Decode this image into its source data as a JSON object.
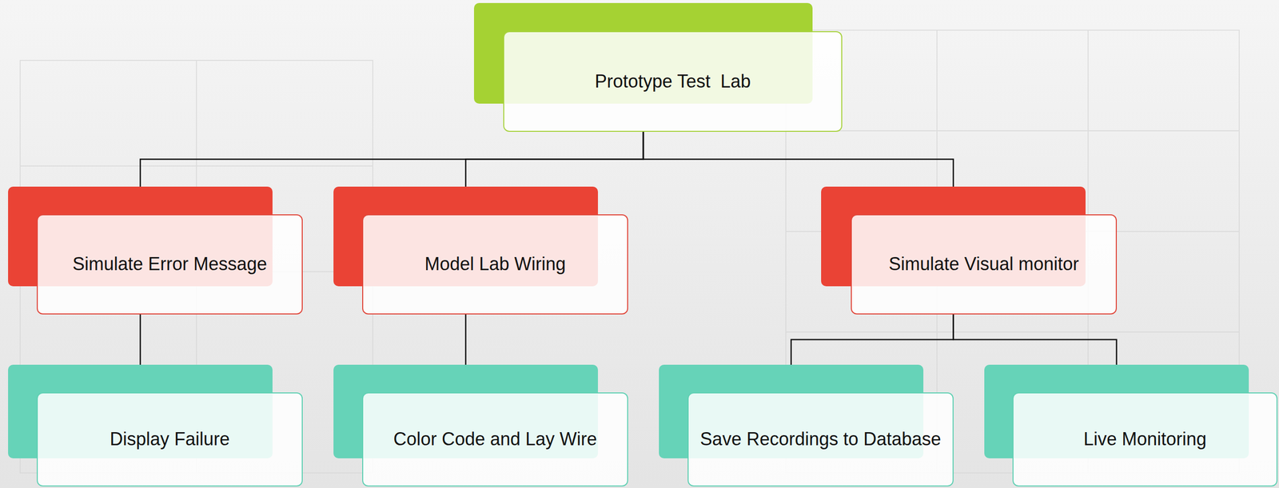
{
  "diagram": {
    "nodes": [
      {
        "text": [
          "Prototype Test  Lab"
        ]
      },
      {
        "text": [
          "Simulate Error Message"
        ]
      },
      {
        "text": [
          "Model Lab Wiring"
        ]
      },
      {
        "text": [
          "Simulate Visual monitor"
        ]
      },
      {
        "text": [
          "Display Failure"
        ]
      },
      {
        "text": [
          "Color Code and Lay Wire"
        ]
      },
      {
        "text": [
          "Save Recordings to Database"
        ]
      },
      {
        "text": [
          "Live Monitoring"
        ]
      }
    ],
    "edges": [
      {
        "from": 0,
        "to": 1,
        "arrow": "none"
      },
      {
        "from": 0,
        "to": 2,
        "arrow": "none"
      },
      {
        "from": 0,
        "to": 3,
        "arrow": "none"
      },
      {
        "from": 1,
        "to": 4,
        "arrow": "none"
      },
      {
        "from": 2,
        "to": 5,
        "arrow": "none"
      },
      {
        "from": 3,
        "to": 6,
        "arrow": "none"
      },
      {
        "from": 3,
        "to": 7,
        "arrow": "none"
      }
    ]
  }
}
